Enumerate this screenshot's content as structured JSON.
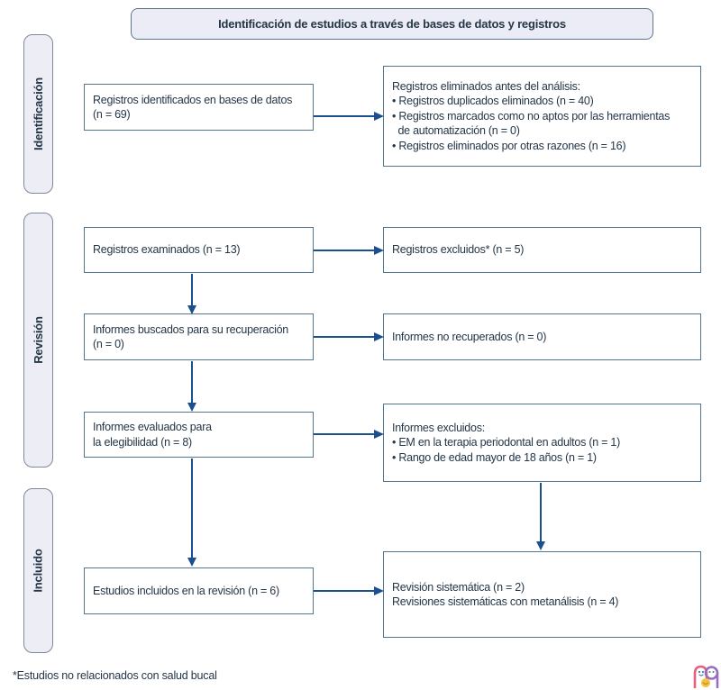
{
  "header": {
    "title": "Identificación de estudios a través de bases de datos y registros"
  },
  "stages": [
    {
      "label": "Identificación"
    },
    {
      "label": "Revisión"
    },
    {
      "label": "Incluido"
    }
  ],
  "flow": {
    "left": [
      {
        "text": "Registros identificados en bases de datos\n(n = 69)"
      },
      {
        "text": "Registros examinados (n = 13)"
      },
      {
        "text": "Informes buscados para su recuperación\n(n = 0)"
      },
      {
        "text": "Informes evaluados para\nla elegibilidad (n = 8)"
      },
      {
        "text": "Estudios incluidos en la revisión (n = 6)"
      }
    ],
    "right": [
      {
        "text": "Registros eliminados antes del análisis:\n• Registros duplicados eliminados (n = 40)\n• Registros marcados como no aptos por las herramientas\n  de automatización (n = 0)\n• Registros eliminados por otras razones (n = 16)"
      },
      {
        "text": "Registros excluidos* (n = 5)"
      },
      {
        "text": "Informes no recuperados (n = 0)"
      },
      {
        "text": "Informes excluidos:\n• EM en la terapia periodontal en adultos (n = 1)\n• Rango de edad mayor de 18 años (n = 1)"
      },
      {
        "text": "Revisión sistemática (n = 2)\nRevisiones sistemáticas con metanálisis (n = 4)"
      }
    ]
  },
  "footnote": "*Estudios no relacionados con salud bucal",
  "colors": {
    "text": "#243647",
    "arrow_accent": "#1b4f8e",
    "box_border": "#54758e",
    "stage_fill": "#ecedf5",
    "stage_border": "#808998",
    "title_border": "#5d7690",
    "title_fill": "#ebecf5",
    "logo_pink": "#e4607c",
    "logo_purple": "#9a6cc0",
    "logo_yellow": "#f5c33b",
    "background": "#ffffff"
  }
}
